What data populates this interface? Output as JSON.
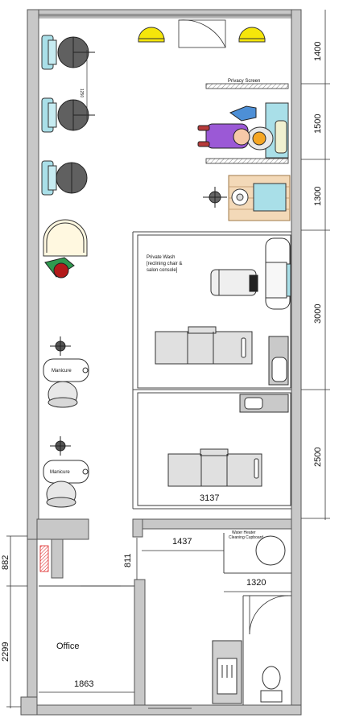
{
  "dimensions": {
    "right_1400": "1400",
    "right_1500": "1500",
    "right_1300": "1300",
    "right_3000": "3000",
    "right_2500": "2500",
    "width_3137": "3137",
    "width_1437": "1437",
    "width_1320": "1320",
    "height_811": "811",
    "left_882": "882",
    "left_2299": "2299",
    "width_1863": "1863",
    "dryer_1250": "1250"
  },
  "labels": {
    "privacy_screen": "Privacy Screen",
    "private_wash_line1": "Private Wash",
    "private_wash_line2": "[reclining chair &",
    "private_wash_line3": "salon console]",
    "manicure_1": "Manicure",
    "manicure_2": "Manicure",
    "water_heater_line1": "Water Heater",
    "water_heater_line2": "Cleaning Cupboard",
    "office": "Office"
  },
  "colors": {
    "wall": "#c8c8c8",
    "wall_stroke": "#555555",
    "dryer_chair": "#606060",
    "dryer_seat": "#a9dfe8",
    "yellow_chair": "#f5e60a",
    "stylist_purple": "#9b59d6",
    "stylist_blue": "#4d8fd6",
    "wood_mat": "#f3d9b8",
    "fixture_gray": "#e0e0e0",
    "client_red": "#b31a1a"
  }
}
